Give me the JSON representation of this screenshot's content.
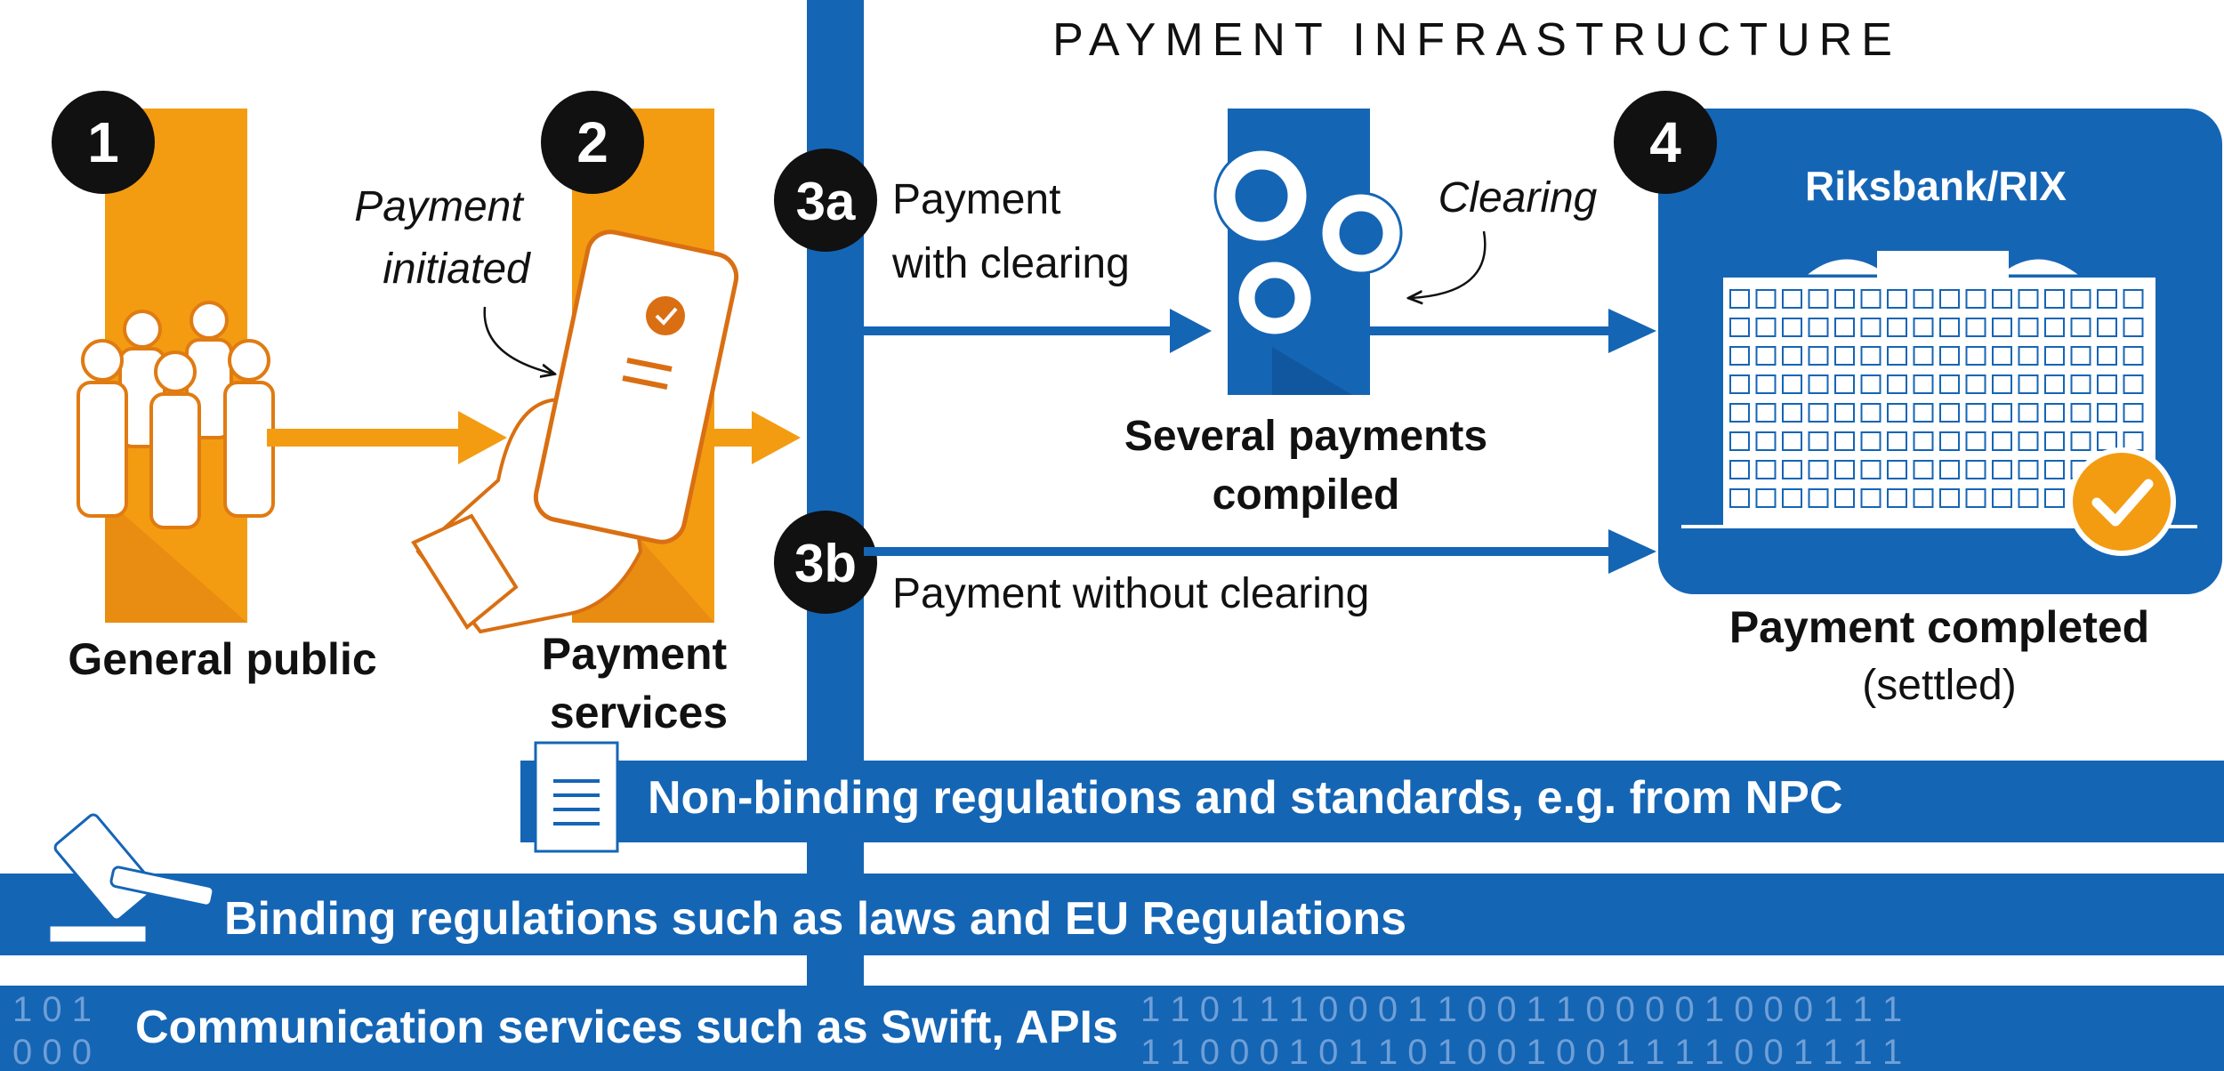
{
  "header": {
    "title": "PAYMENT INFRASTRUCTURE"
  },
  "steps": {
    "step1": {
      "number": "1",
      "label": "General public"
    },
    "step2": {
      "number": "2",
      "label_line1": "Payment",
      "label_line2": "services",
      "annotation_line1": "Payment",
      "annotation_line2": "initiated"
    },
    "step3a": {
      "number": "3a",
      "label_line1": "Payment",
      "label_line2": "with clearing"
    },
    "step3b": {
      "number": "3b",
      "label": "Payment without clearing"
    },
    "clearing": {
      "annotation": "Clearing",
      "caption_line1": "Several payments",
      "caption_line2": "compiled"
    },
    "step4": {
      "number": "4",
      "box_title": "Riksbank/RIX",
      "label_line1": "Payment completed",
      "label_line2": "(settled)"
    }
  },
  "bands": {
    "non_binding": "Non-binding regulations and standards, e.g. from NPC",
    "binding": "Binding regulations such as laws and EU Regulations",
    "communication": "Communication services such as Swift, APIs",
    "binary_left_row1": "1 0 1",
    "binary_left_row2": "0 0 0",
    "binary_right_row1": "1 1 0 1 1 1 0 0 0 1 1 0 0 1 1 0 0 0 0 1 0 0 0 1 1 1",
    "binary_right_row2": "1 1 0 0 0 1 0 1 1 0 1 0 0 1 0 0 1 1 1 1 0 0 1 1 1 1"
  },
  "colors": {
    "blue": "#1565b5",
    "orange": "#f39c12",
    "orange_dark": "#d96f12",
    "black": "#111111",
    "white": "#ffffff"
  }
}
